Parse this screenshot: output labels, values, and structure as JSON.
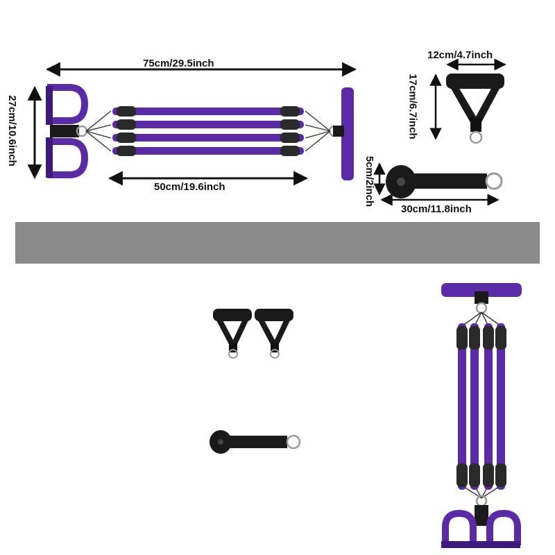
{
  "dimensions": {
    "total_length": "75cm/29.5inch",
    "foot_pedal_height": "27cm/10.6inch",
    "tube_length": "50cm/19.6inch",
    "handle_width": "12cm/4.7inch",
    "handle_height": "17cm/6.7inch",
    "anchor_width": "5cm/2inch",
    "anchor_length": "30cm/11.8inch"
  },
  "colors": {
    "band_purple": "#5b2aa6",
    "band_purple_dark": "#3e1a7a",
    "grip_black": "#1a1a1a",
    "divider_gray": "#8a8a8a"
  },
  "icons": [
    "pedal-exerciser-icon",
    "handle-icon",
    "door-anchor-icon"
  ]
}
